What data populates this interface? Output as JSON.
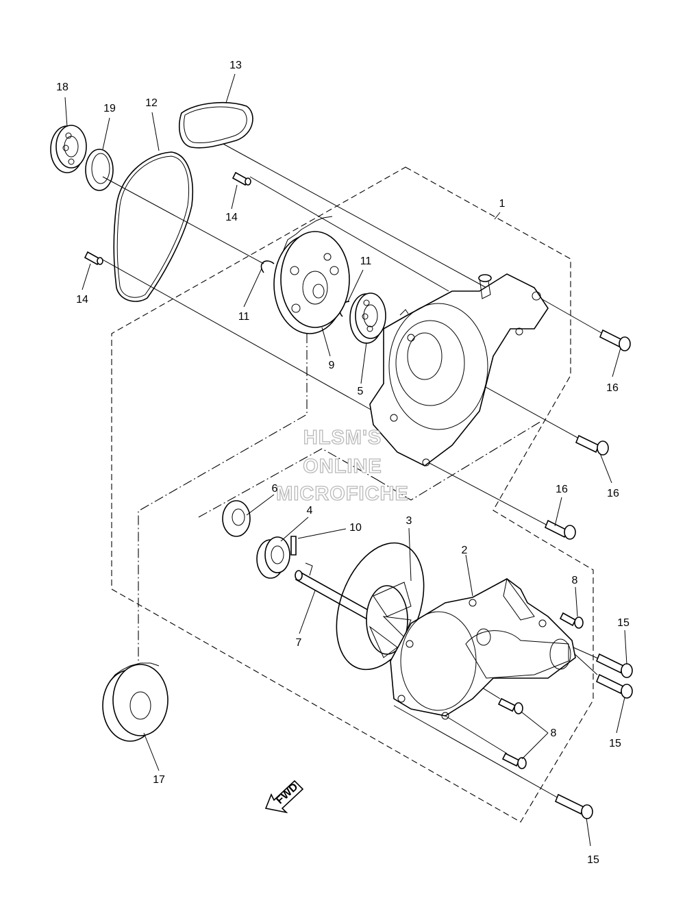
{
  "watermark": {
    "line1": "HLSM'S",
    "line2": "ONLINE",
    "line3": "MICROFICHE"
  },
  "fwd_label": "FWD",
  "callouts": {
    "c1": "1",
    "c2": "2",
    "c3": "3",
    "c4": "4",
    "c5": "5",
    "c6": "6",
    "c7": "7",
    "c8a": "8",
    "c8b": "8",
    "c9": "9",
    "c10": "10",
    "c11a": "11",
    "c11b": "11",
    "c12": "12",
    "c13": "13",
    "c14a": "14",
    "c14b": "14",
    "c15a": "15",
    "c15b": "15",
    "c15c": "15",
    "c16a": "16",
    "c16b": "16",
    "c16c": "16",
    "c17": "17",
    "c18": "18",
    "c19": "19"
  },
  "icons": {
    "fwd_arrow": "fwd-arrow-icon"
  }
}
